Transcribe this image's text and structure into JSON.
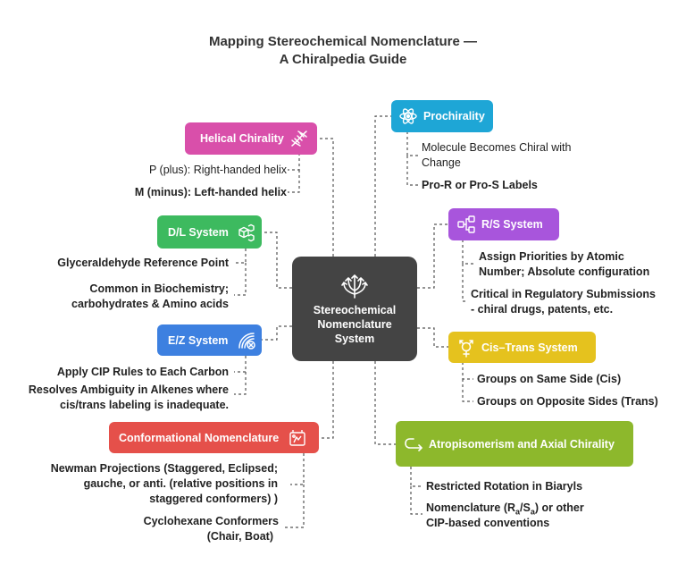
{
  "title": {
    "line1": "Mapping Stereochemical Nomenclature —",
    "line2": "A Chiralpedia Guide"
  },
  "center": {
    "icon": "branch-arrows-icon",
    "line1": "Stereochemical",
    "line2": "Nomenclature",
    "line3": "System"
  },
  "nodes": {
    "helical": {
      "label": "Helical Chirality",
      "color": "#d94faa",
      "icon": "dna-icon",
      "items": [
        "P (plus): Right-handed helix",
        "M (minus): Left-handed helix"
      ]
    },
    "dl": {
      "label": "D/L System",
      "color": "#3dba5f",
      "icon": "cubes-icon",
      "items": [
        "Glyceraldehyde Reference Point",
        "Common in Biochemistry;",
        "carbohydrates  & Amino acids"
      ]
    },
    "ez": {
      "label": "E/Z System",
      "color": "#3d80e0",
      "icon": "signal-icon",
      "items": [
        "Apply CIP Rules to Each Carbon",
        "Resolves Ambiguity in Alkenes where",
        "cis/trans labeling is inadequate."
      ]
    },
    "conf": {
      "label": "Conformational Nomenclature",
      "color": "#e5504a",
      "icon": "flask-icon",
      "items": [
        "Newman Projections (Staggered, Eclipsed;",
        "gauche, or anti. (relative positions in",
        "staggered conformers) )",
        "Cyclohexane Conformers",
        "(Chair, Boat)"
      ]
    },
    "prochirality": {
      "label": "Prochirality",
      "color": "#1ea6d6",
      "icon": "atom-icon",
      "items": [
        "Molecule Becomes Chiral with",
        "Change",
        "Pro-R or Pro-S Labels"
      ]
    },
    "rs": {
      "label": "R/S System",
      "color": "#a855dc",
      "icon": "network-icon",
      "items": [
        "Assign Priorities by Atomic",
        "Number; Absolute configuration",
        "Critical in Regulatory Submissions",
        "- chiral drugs, patents, etc."
      ]
    },
    "cistrans": {
      "label": "Cis–Trans System",
      "color": "#e5c21e",
      "icon": "gender-symbol-icon",
      "items": [
        "Groups on Same Side (Cis)",
        "Groups on Opposite Sides (Trans)"
      ]
    },
    "atrop": {
      "label": "Atropisomerism and Axial Chirality",
      "color": "#8db82c",
      "icon": "hook-arrow-icon",
      "items": [
        "Restricted Rotation in Biaryls",
        "Nomenclature (R",
        "a",
        "/S",
        "a",
        ") or other",
        "CIP-based conventions"
      ]
    }
  }
}
